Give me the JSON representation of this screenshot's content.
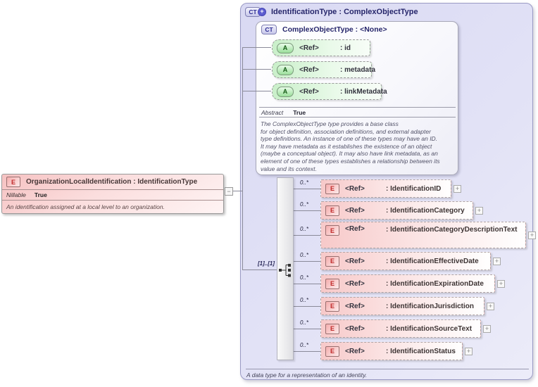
{
  "icons": {
    "plus_badge": "+",
    "expand": "+",
    "collapse": "−"
  },
  "outer": {
    "badge": "CT",
    "title": "IdentificationType : ComplexObjectType",
    "doc": "A data type for a representation of an identity."
  },
  "base_type": {
    "badge": "CT",
    "title": "ComplexObjectType : <None>",
    "abstract_label": "Abstract",
    "abstract_value": "True",
    "doc": "The ComplexObjectType type provides a base class\nfor object definition, association definitions, and external adapter\ntype definitions. An instance of one of these types may have an ID.\nIt may have metadata as it establishes the existence of an object\n(maybe a conceptual object). It may also have link metadata, as an\nelement of one of these types establishes a relationship between its\nvalue and its context.",
    "attributes": [
      {
        "badge": "A",
        "ref": "<Ref>",
        "name": ": id"
      },
      {
        "badge": "A",
        "ref": "<Ref>",
        "name": ": metadata"
      },
      {
        "badge": "A",
        "ref": "<Ref>",
        "name": ": linkMetadata"
      }
    ]
  },
  "element": {
    "badge": "E",
    "title": "OrganizationLocalIdentification : IdentificationType",
    "nillable_label": "Nillable",
    "nillable_value": "True",
    "doc": "An identification assigned at a local level to an organization."
  },
  "sequence": {
    "cardinality": "[1]..[1]"
  },
  "children": [
    {
      "badge": "E",
      "ref": "<Ref>",
      "name": ": IdentificationID",
      "cardinality": "0..*"
    },
    {
      "badge": "E",
      "ref": "<Ref>",
      "name": ": IdentificationCategory",
      "cardinality": "0..*"
    },
    {
      "badge": "E",
      "ref": "<Ref>",
      "name": ": IdentificationCategoryDescriptionText",
      "cardinality": "0..*"
    },
    {
      "badge": "E",
      "ref": "<Ref>",
      "name": ": IdentificationEffectiveDate",
      "cardinality": "0..*"
    },
    {
      "badge": "E",
      "ref": "<Ref>",
      "name": ": IdentificationExpirationDate",
      "cardinality": "0..*"
    },
    {
      "badge": "E",
      "ref": "<Ref>",
      "name": ": IdentificationJurisdiction",
      "cardinality": "0..*"
    },
    {
      "badge": "E",
      "ref": "<Ref>",
      "name": ": IdentificationSourceText",
      "cardinality": "0..*"
    },
    {
      "badge": "E",
      "ref": "<Ref>",
      "name": ": IdentificationStatus",
      "cardinality": "0..*"
    }
  ],
  "colors": {
    "complex_type_fill": "#dcdcf4",
    "element_fill": "#f6c6c6",
    "attribute_fill": "#c9efc9",
    "badge_plus_fill": "#5d5dd0",
    "connector": "#8a8a99"
  }
}
